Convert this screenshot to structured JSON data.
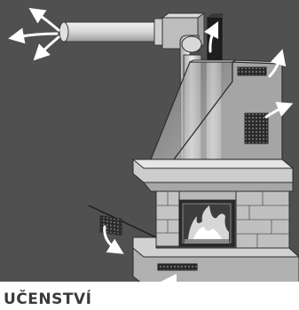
{
  "caption": {
    "text": "UČENSTVÍ"
  },
  "colors": {
    "background": "#505050",
    "banner": "#ffffff",
    "metal": "#d9d9d9",
    "stone": "#c4c4c4",
    "hood_glass": "#bcbcbc",
    "flame": "#e8e8e8",
    "arrow": "#ffffff"
  },
  "icons": [
    "hot-air-arrow",
    "cold-air-arrow",
    "vent-grille"
  ]
}
